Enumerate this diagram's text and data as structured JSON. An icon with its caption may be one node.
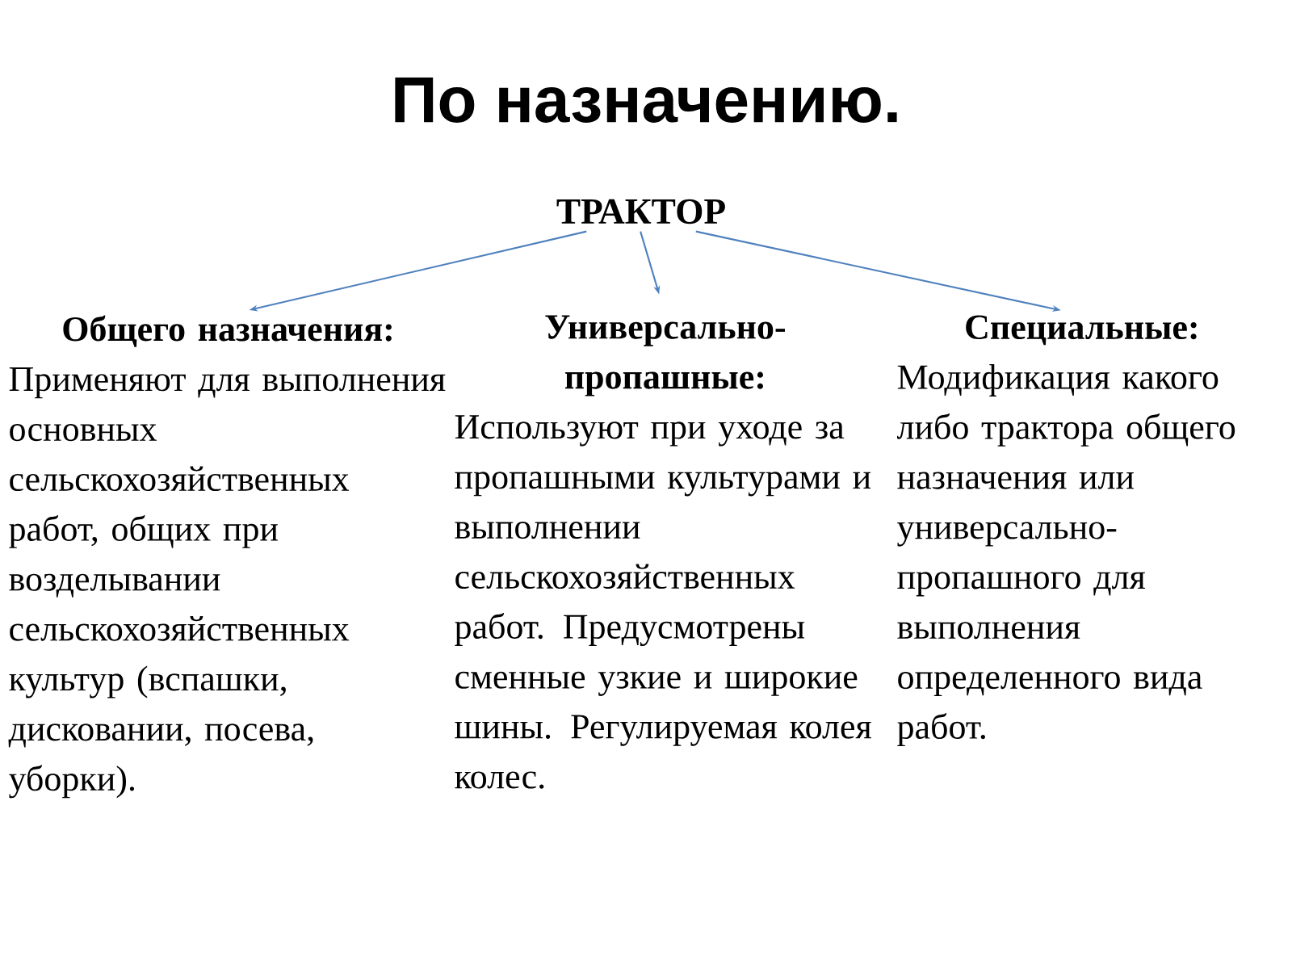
{
  "diagram": {
    "title": "По назначению.",
    "nodes": [
      {
        "text": [
          "ТРАКТОР"
        ]
      },
      {
        "text": [
          "Общего назначения:",
          "Применяют для выполнения основных сельскохозяйственных работ, общих при возделывании сельскохозяйственных культур (вспашки, дисковании, посева, уборки)."
        ]
      },
      {
        "text": [
          "Универсально- пропашные:",
          "Используют при уходе за пропашными культурами и выполнении сельскохозяйственных работ. Предусмотрены сменные узкие и широкие шины. Регулируемая колея колес."
        ]
      },
      {
        "text": [
          "Специальные:",
          "Модификация какого либо трактора общего назначения или универсально- пропашного для выполнения определенного вида работ."
        ]
      }
    ],
    "edges": [
      {
        "from": 0,
        "to": 1,
        "arrow": "to",
        "color": "#4f81bd"
      },
      {
        "from": 0,
        "to": 2,
        "arrow": "to",
        "color": "#4f81bd"
      },
      {
        "from": 0,
        "to": 3,
        "arrow": "to",
        "color": "#4f81bd"
      }
    ]
  }
}
